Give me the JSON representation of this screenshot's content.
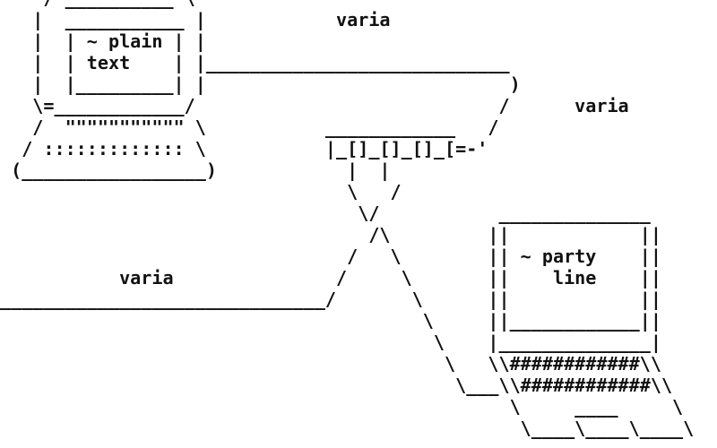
{
  "diagram": {
    "description": "ASCII art network diagram: a desktop computer and a laptop connected through a hub, links labeled varia",
    "colors": {
      "background": "#ffffff",
      "ink": "#111111"
    },
    "labels": {
      "machine_left_line1": "~ plain",
      "machine_left_line2": "text",
      "machine_right_line1": "~ party",
      "machine_right_line2": "line",
      "link_top": "varia",
      "link_right": "varia",
      "link_left": "varia"
    },
    "hub_glyph": "|_[]_[]_[]_[=-'",
    "ascii_lines": [
      "    / __________ \\",
      "   |  ___________ |            varia",
      "   |  | ~ plain | |",
      "   |  | text    | |____________________________",
      "   |  |_________| |                            )",
      "   \\=____________/                            /      varia",
      "   /  \"\"\"\"\"\"\"\"\"\"\" \\           ____________   /",
      "  / ::::::::::::: \\           |_[]_[]_[]_[=-'",
      " (_________________)            |  |",
      "                                \\   /",
      "                                 \\/           ______________",
      "                                  /\\         ||            ||",
      "                                /   \\        || ~ party    ||",
      "           varia               /     \\       ||    line    ||",
      "______________________________/       \\      ||            ||",
      "                                       \\     ||____________||",
      "                                        \\    |______________|",
      "                                         \\   \\\\############\\\\",
      "                                          \\___\\\\############\\\\",
      "                                               \\     ____     \\",
      "                                                \\____\\____\\____\\"
    ]
  }
}
